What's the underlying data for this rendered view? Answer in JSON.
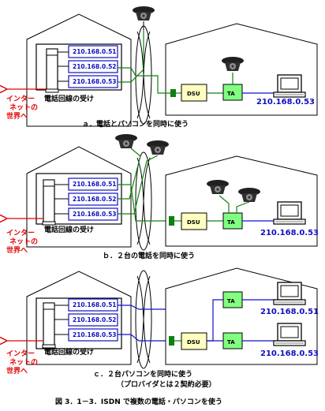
{
  "colors": {
    "line_green": "#108010",
    "line_blue": "#1010d0",
    "label_red": "#e00000",
    "ip_blue": "#1010c0",
    "ta_fill": "#80ff80",
    "dsu_fill": "#ffffc0"
  },
  "panels": [
    {
      "internet_label": [
        "インター",
        "ネットの",
        "世界へ"
      ],
      "exchange_label": "電話回線の受け",
      "line_ips": [
        "210.168.0.51",
        "210.168.0.52",
        "210.168.0.53"
      ],
      "devices": [
        "DSU",
        "TA"
      ],
      "pc_ips": [
        "210.168.0.53"
      ],
      "caption": [
        "ａ．電話とパソコンを同時に使う"
      ]
    },
    {
      "internet_label": [
        "インター",
        "ネットの",
        "世界へ"
      ],
      "exchange_label": "電話回線の受け",
      "line_ips": [
        "210.168.0.51",
        "210.168.0.52",
        "210.168.0.53"
      ],
      "devices": [
        "DSU",
        "TA"
      ],
      "pc_ips": [
        "210.168.0.53"
      ],
      "caption": [
        "ｂ．２台の電話を同時に使う"
      ]
    },
    {
      "internet_label": [
        "インター",
        "ネットの",
        "世界へ"
      ],
      "exchange_label": "電話回線の受け",
      "line_ips": [
        "210.168.0.51",
        "210.168.0.52",
        "210.168.0.53"
      ],
      "devices": [
        "DSU",
        "TA",
        "TA"
      ],
      "pc_ips": [
        "210.168.0.51",
        "210.168.0.53"
      ],
      "caption": [
        "ｃ．２台パソコンを同時に使う",
        "（プロバイダとは２契約必要）"
      ]
    }
  ],
  "figure_title": "図 3．1－3．ISDN で複数の電話・パソコンを使う"
}
